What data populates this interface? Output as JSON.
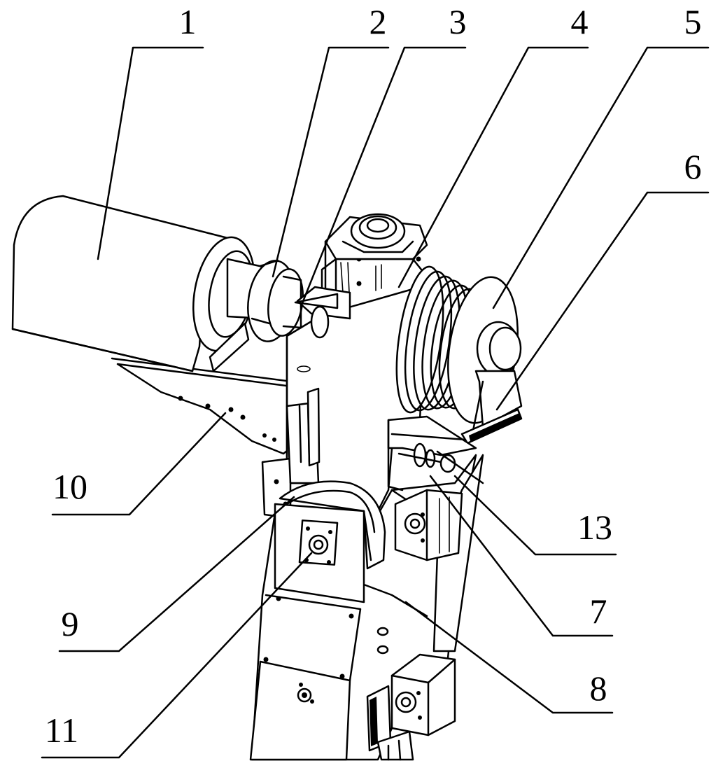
{
  "callouts": [
    {
      "id": "1",
      "text": "1"
    },
    {
      "id": "2",
      "text": "2"
    },
    {
      "id": "3",
      "text": "3"
    },
    {
      "id": "4",
      "text": "4"
    },
    {
      "id": "5",
      "text": "5"
    },
    {
      "id": "6",
      "text": "6"
    },
    {
      "id": "7",
      "text": "7"
    },
    {
      "id": "8",
      "text": "8"
    },
    {
      "id": "9",
      "text": "9"
    },
    {
      "id": "10",
      "text": "10"
    },
    {
      "id": "11",
      "text": "11"
    },
    {
      "id": "13",
      "text": "13"
    }
  ]
}
